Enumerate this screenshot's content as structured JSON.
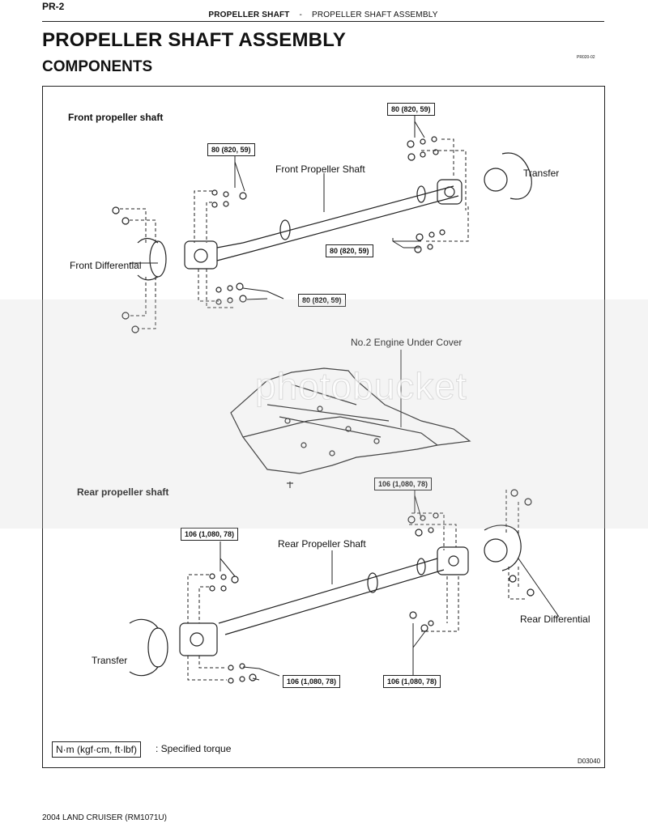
{
  "header": {
    "page_code": "PR-2",
    "section": "PROPELLER SHAFT",
    "separator": "-",
    "subsection": "PROPELLER SHAFT ASSEMBLY"
  },
  "title": "PROPELLER SHAFT ASSEMBLY",
  "subtitle": "COMPONENTS",
  "figure_code_top": "PR020-02",
  "figure": {
    "front_section": "Front propeller shaft",
    "rear_section": "Rear propeller shaft",
    "labels": {
      "front_propeller_shaft": "Front Propeller Shaft",
      "transfer_front": "Transfer",
      "front_differential": "Front Differential",
      "engine_cover": "No.2 Engine Under Cover",
      "rear_propeller_shaft": "Rear Propeller Shaft",
      "rear_differential": "Rear Differential",
      "transfer_rear": "Transfer"
    },
    "torques": {
      "front_top_right": "80 (820, 59)",
      "front_top_left": "80 (820, 59)",
      "front_mid_right": "80 (820, 59)",
      "front_bottom_left": "80 (820, 59)",
      "rear_top_right": "106 (1,080, 78)",
      "rear_top_left": "106 (1,080, 78)",
      "rear_bottom_left": "106 (1,080, 78)",
      "rear_bottom_right": "106 (1,080, 78)"
    },
    "legend_unit": "N·m (kgf·cm, ft·lbf)",
    "legend_text": ": Specified torque",
    "figure_code_bottom": "D03040"
  },
  "footer": "2004 LAND CRUISER   (RM1071U)",
  "watermark": "photobucket"
}
